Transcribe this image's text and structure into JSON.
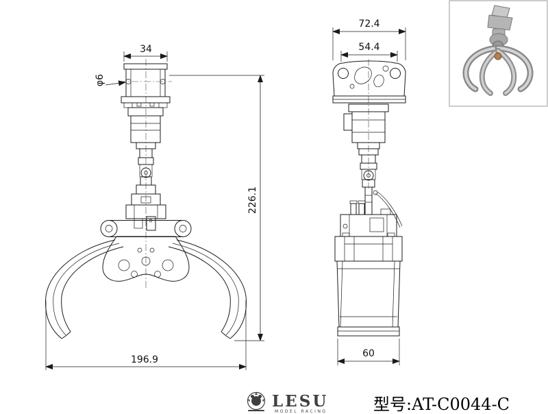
{
  "front_view": {
    "dimensions": {
      "top_width": "34",
      "hole_diameter": "φ6",
      "overall_height": "226.1",
      "claw_span": "196.9"
    }
  },
  "side_view": {
    "dimensions": {
      "mount_outer_width": "72.4",
      "mount_inner_width": "54.4",
      "base_width": "60"
    }
  },
  "footer": {
    "brand": "LESU",
    "brand_tagline": "MODEL RACING",
    "model": "型号:AT-C0044-C"
  },
  "colors": {
    "line": "#1a1a1a",
    "background": "#ffffff",
    "logo": "#3f3f3f"
  }
}
